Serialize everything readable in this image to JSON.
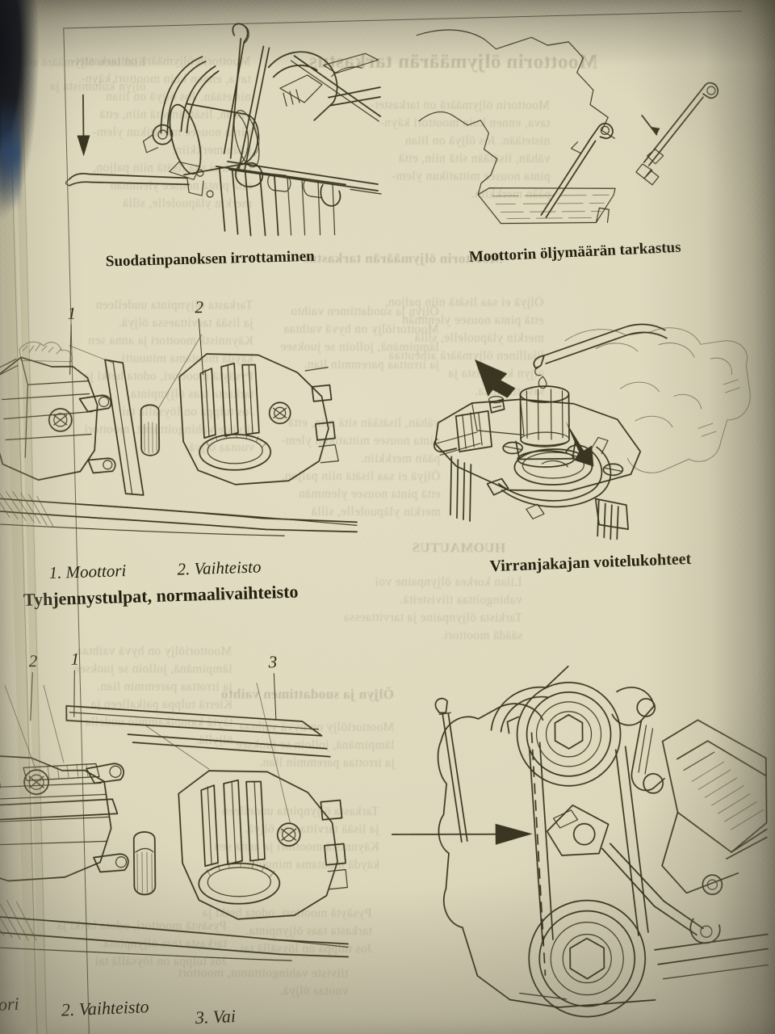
{
  "document": {
    "kind": "printed-manual-page-photograph",
    "language": "Finnish",
    "paper_color": "#ded8bd",
    "ink_color": "#3a3520",
    "background_color": "#121309"
  },
  "captions": {
    "top_left": "Suodatinpanoksen irrottaminen",
    "top_right": "Moottorin öljymäärän tarkastus",
    "mid_left_legend_item_1": "1.  Moottori",
    "mid_left_legend_item_2": "2.  Vaihteisto",
    "mid_left_title": "Tyhjennystulpat, normaalivaihteisto",
    "mid_right": "Virranjakajan voitelukohteet",
    "bottom_legend_item_1": "ttori",
    "bottom_legend_item_2": "2.  Vaihteisto",
    "bottom_legend_item_3": "3.  Vai"
  },
  "callouts": {
    "mid_left": [
      "1",
      "2"
    ],
    "bottom_left": [
      "2",
      "1",
      "3"
    ]
  },
  "bleed_through": {
    "note": "mirrored text showing through from the reverse side of the sheet",
    "right_column_lines": [
      "Moottorin öljymäärän tarkastus",
      "Moottorin öljymäärä on tarkastet-",
      "tava, ennen kuin moottori käyn-",
      "nistetään. Jos öljyä on liian",
      "vähän, lisätään sitä niin, että",
      "pinta nousee mittatikun ylem-",
      "pään merkkiin.",
      "Öljyä ei saa lisätä niin paljon,",
      "että pinta nousee ylemmän",
      "merkin yläpuolelle, sillä",
      "liiallinen öljymäärä aiheuttaa",
      "öljyn kulumista ja",
      "savuttamista."
    ],
    "mid_right_lines": [
      "HUOMAUTUS",
      "Liian korkea öljynpaine voi",
      "vahingoittaa tiivisteitä.",
      "Tarkista öljynpaine ja tarvittaessa",
      "säädä moottori.",
      "Öljyn ja suodattimen vaihto",
      "Moottoriöljy on hyvä vaihtaa",
      "lämpimänä, jolloin se juoksee",
      "ja irrottaa paremmin lian.",
      "Kierrä tulppa paikalleen ja",
      "täytä kampikammio uudella",
      "öljyllä."
    ],
    "lower_lines": [
      "Tarkasta öljynpinta uudelleen",
      "ja lisää tarvittaessa öljyä.",
      "Käynnistä moottori ja anna sen",
      "käydä muutama minuutti.",
      "Pysäytä moottori, odota hetki ja",
      "tarkasta taas öljynpinta.",
      "Jos tulppa on löysällä tai",
      "tiiviste vahingoittunut, moottori",
      "vuotaa öljyä."
    ]
  },
  "illustrations": [
    {
      "id": "oil-filter-removal",
      "position": "top-left",
      "subject": "Removing the oil filter cartridge from the engine, arrow indicating the pull direction",
      "has_arrow": true,
      "arrow_count": 1,
      "arrow_style": "thin line with solid head, pointing down"
    },
    {
      "id": "engine-oil-level-check",
      "position": "top-right",
      "subject": "Engine oil sump with dipstick inserted, oil level shown by hatching, separate dipstick drawn to the right",
      "has_arrow": false,
      "arrow_count": 0
    },
    {
      "id": "drain-plugs-normal-gearbox",
      "position": "middle-left",
      "subject": "Underside view of engine and gearbox showing drain plug locations 1 and 2",
      "has_arrow": false,
      "arrow_count": 0
    },
    {
      "id": "distributor-lubrication-points",
      "position": "middle-right",
      "subject": "Distributor with cap removed, oil can applying oil, two solid arrows pointing to lubrication points",
      "has_arrow": true,
      "arrow_count": 2,
      "arrow_style": "solid filled arrowheads"
    },
    {
      "id": "drain-plugs-lower",
      "position": "bottom-left",
      "subject": "Underside view of engine and gearbox showing drain plugs 1, 2 and 3",
      "has_arrow": false,
      "arrow_count": 0
    },
    {
      "id": "fan-belt-drive",
      "position": "bottom-right",
      "subject": "Engine front showing two pulleys with drive belt, dipstick at left, arrow pointing at the belt run",
      "has_arrow": true,
      "arrow_count": 1,
      "arrow_style": "long horizontal line with solid head, pointing right"
    }
  ]
}
